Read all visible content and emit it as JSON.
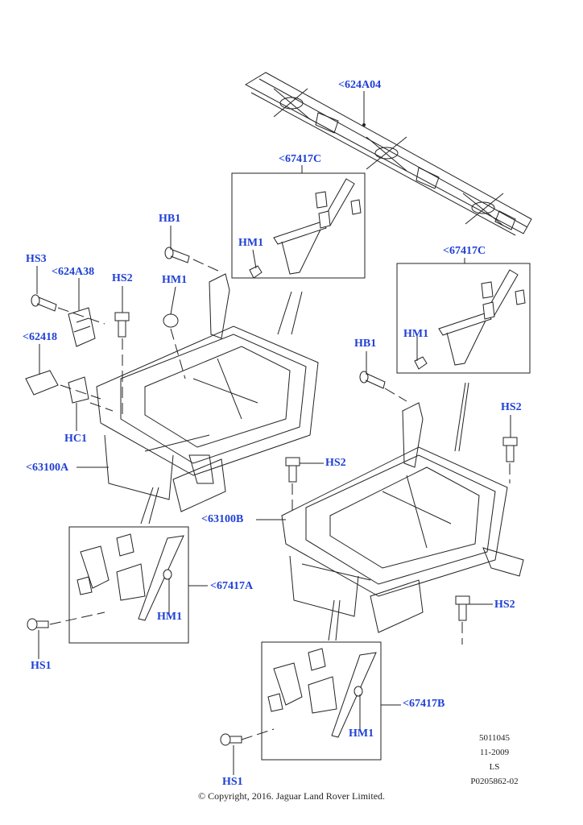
{
  "callouts": {
    "c624A04": "<624A04",
    "c67417C_top": "<67417C",
    "c67417C_right": "<67417C",
    "hb1_left": "HB1",
    "hb1_right": "HB1",
    "hm1_boxtop": "HM1",
    "hm1_boxright": "HM1",
    "hm1_left": "HM1",
    "hm1_boxA": "HM1",
    "hm1_boxB": "HM1",
    "hs3": "HS3",
    "c624A38": "<624A38",
    "hs2_left": "HS2",
    "hs2_mid": "HS2",
    "hs2_right_top": "HS2",
    "hs2_right_bottom": "HS2",
    "c62418": "<62418",
    "hc1": "HC1",
    "c63100A": "<63100A",
    "c63100B": "<63100B",
    "c67417A": "<67417A",
    "c67417B": "<67417B",
    "hs1_left": "HS1",
    "hs1_bottom": "HS1"
  },
  "meta": {
    "ref1": "5011045",
    "date": "11-2009",
    "code": "LS",
    "illustration": "P0205862-02"
  },
  "copyright": "© Copyright, 2016. Jaguar Land Rover Limited.",
  "colors": {
    "callout": "#1f3fd6",
    "line": "#222222",
    "background": "#ffffff"
  }
}
